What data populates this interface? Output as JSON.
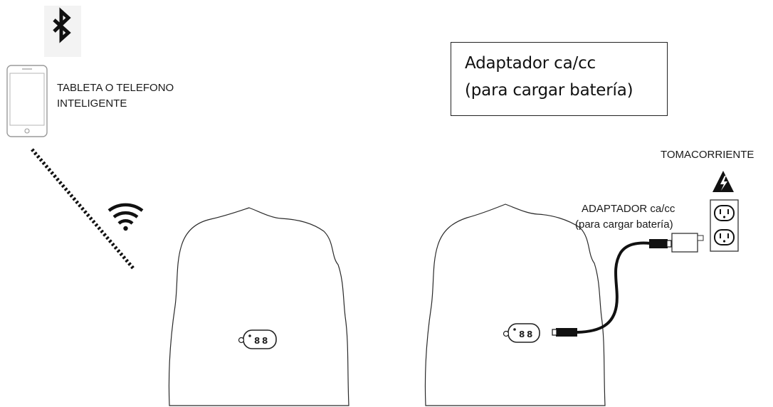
{
  "labels": {
    "device_line1": "TABLETA O TELEFONO",
    "device_line2": "INTELIGENTE",
    "outlet": "TOMACORRIENTE",
    "adapter_small_line1": "ADAPTADOR ca/cc",
    "adapter_small_line2": "(para cargar batería)"
  },
  "callout": {
    "line1": "Adaptador ca/cc",
    "line2": "(para cargar batería)"
  },
  "icons": {
    "bluetooth": "bluetooth-icon",
    "wifi": "wifi-icon",
    "phone": "smartphone-icon",
    "high_voltage": "high-voltage-icon",
    "outlet": "wall-outlet-icon",
    "adapter": "ac-dc-adapter-icon",
    "speaker": "rock-speaker-icon"
  },
  "colors": {
    "line": "#1a1a1a",
    "phone_outline": "#9a9a9a"
  }
}
